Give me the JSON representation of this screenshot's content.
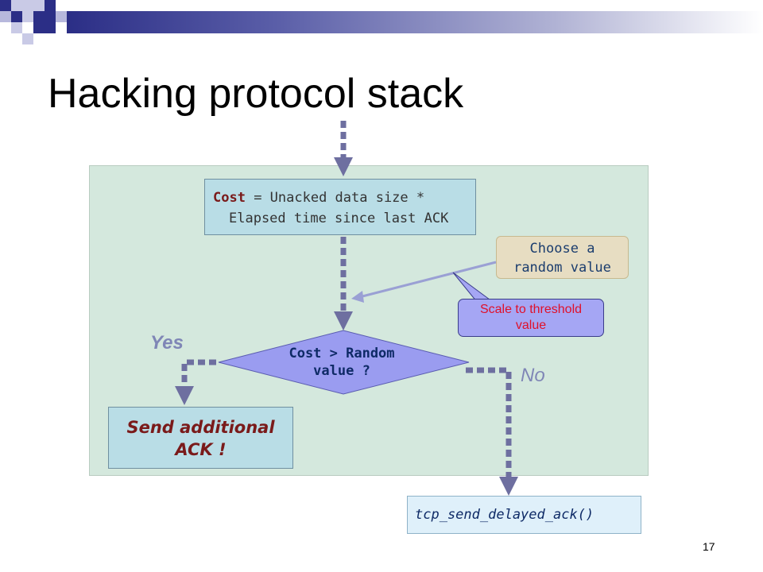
{
  "slide": {
    "title": "Hacking protocol stack",
    "page_number": "17"
  },
  "flow": {
    "cost_box": {
      "keyword": "Cost",
      "line1_rest": " = Unacked data size *",
      "line2": "Elapsed time since last ACK"
    },
    "choose_box": {
      "line1": "Choose a",
      "line2": "random value"
    },
    "scale_callout": {
      "line1": "Scale to threshold",
      "line2": "value"
    },
    "decision": {
      "line1": "Cost > Random",
      "line2": "value ?"
    },
    "yes_label": "Yes",
    "no_label": "No",
    "send_box": {
      "line1": "Send additional",
      "line2": "ACK !"
    },
    "tcp_box": {
      "text": "tcp_send_delayed_ack()"
    }
  },
  "colors": {
    "panel_bg": "#d4e8dd",
    "box_bg": "#b9dde6",
    "arrow": "#6e6fa0",
    "diamond": "#9a9cf0",
    "accent_dark_red": "#7a1a1a"
  }
}
